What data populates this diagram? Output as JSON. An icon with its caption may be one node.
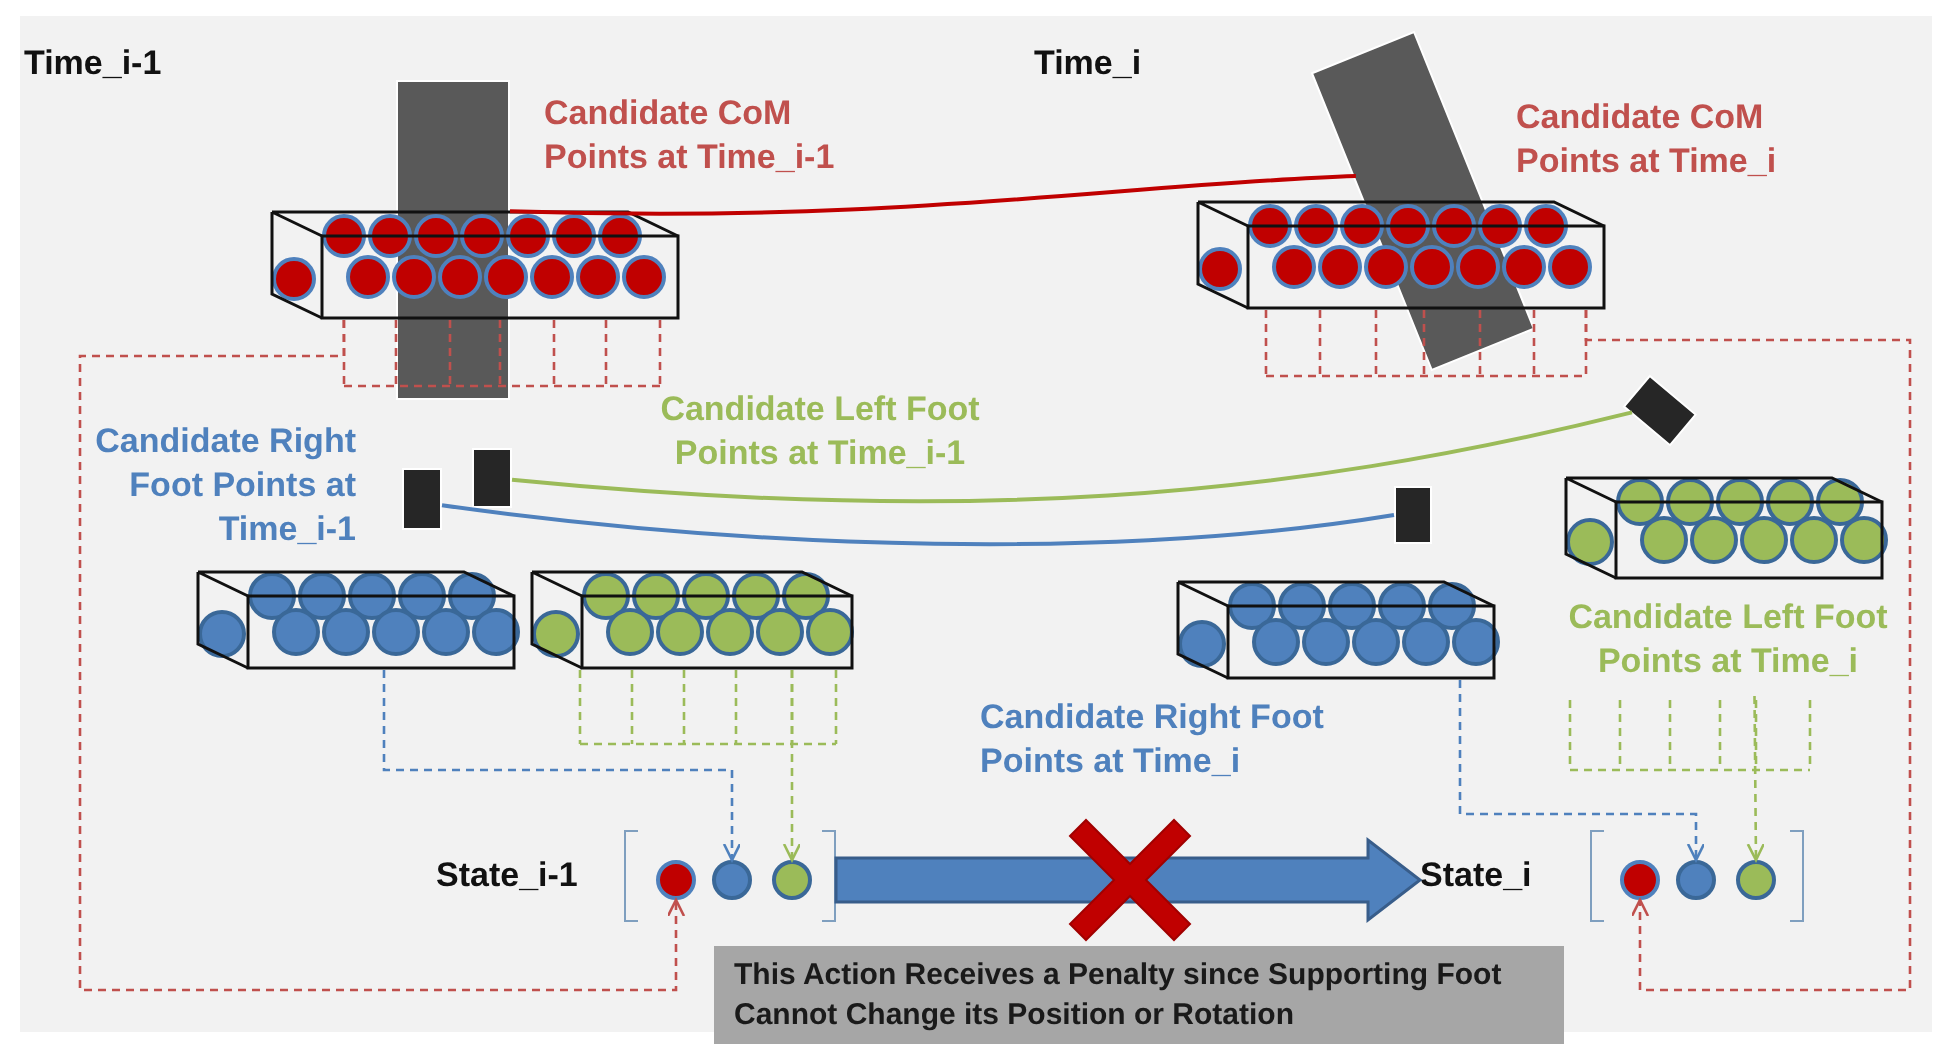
{
  "diagram": {
    "nodes": [
      {
        "text": [],
        "shape": "box",
        "beside": [
          "Candidate CoM Points at Time_i-1"
        ]
      },
      {
        "text": [
          "Candidate CoM Points at Time_i"
        ]
      },
      {
        "text": [],
        "shape": "box",
        "beside": [
          "Candidate Right Foot Points at Time_i-1"
        ]
      },
      {
        "text": [],
        "shape": "box",
        "beside": [
          "Candidate Left Foot Points at Time_i-1"
        ]
      },
      {
        "text": [],
        "shape": "box",
        "beside": [
          "Candidate Right Foot Points at Time_i"
        ]
      },
      {
        "text": [
          "Candidate Left Foot Points at Time_i"
        ]
      },
      {
        "text": [
          "State_i-1"
        ]
      },
      {
        "text": [],
        "shape": "circle",
        "in": 6
      },
      {
        "text": [],
        "shape": "circle",
        "in": 6
      },
      {
        "text": [],
        "shape": "circle",
        "in": 6
      },
      {
        "text": [
          "State_i"
        ]
      },
      {
        "text": [],
        "shape": "circle",
        "in": 10
      },
      {
        "text": [],
        "shape": "circle",
        "in": 10
      },
      {
        "text": [],
        "shape": "circle",
        "in": 10
      },
      {
        "text": [
          "This Action Receives a Penalty since Supporting Foot Cannot Change its Position or Rotation"
        ]
      },
      {
        "text": [],
        "shape": "bar"
      },
      {
        "text": [],
        "shape": "bar"
      },
      {
        "text": [],
        "shape": "box"
      },
      {
        "text": [],
        "shape": "box"
      },
      {
        "text": [],
        "shape": "box"
      },
      {
        "text": [],
        "shape": "box"
      }
    ],
    "edges": [
      {
        "from": 15,
        "to": 16,
        "arrow": "none",
        "color": "#c00000"
      },
      {
        "from": 18,
        "to": 20,
        "arrow": "none",
        "color": "#9bbb59"
      },
      {
        "from": 17,
        "to": 19,
        "arrow": "none",
        "color": "#4f81bd"
      },
      {
        "from": 0,
        "to": 7,
        "arrow": "to",
        "style": "dashed",
        "color": "#c0504d"
      },
      {
        "from": 2,
        "to": 8,
        "arrow": "to",
        "style": "dashed",
        "color": "#4f81bd"
      },
      {
        "from": 3,
        "to": 9,
        "arrow": "to",
        "style": "dashed",
        "color": "#9bbb59"
      },
      {
        "from": 1,
        "to": 11,
        "arrow": "to",
        "style": "dashed",
        "color": "#c0504d"
      },
      {
        "from": 4,
        "to": 12,
        "arrow": "to",
        "style": "dashed",
        "color": "#4f81bd"
      },
      {
        "from": 5,
        "to": 13,
        "arrow": "to",
        "style": "dashed",
        "color": "#9bbb59"
      },
      {
        "from": 6,
        "to": 10,
        "arrow": "to",
        "style": "thick",
        "color": "#4f81bd"
      }
    ],
    "labels": [
      "Time_i-1",
      "Time_i"
    ]
  }
}
